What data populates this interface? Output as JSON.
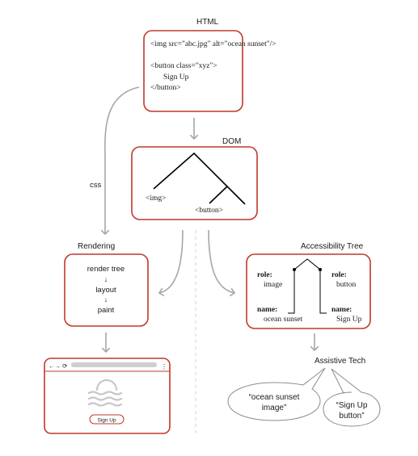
{
  "html_box": {
    "title": "HTML",
    "lines": [
      "<img src=\"abc.jpg\" alt=\"ocean sunset\"/>",
      "<button class=\"xyz\">",
      "Sign Up",
      "</button>"
    ]
  },
  "dom_box": {
    "title": "DOM",
    "img_node": "<img>",
    "button_node": "<button>"
  },
  "css_label": "css",
  "rendering": {
    "title": "Rendering",
    "steps": [
      "render tree",
      "layout",
      "paint"
    ],
    "step_arrow": "↓"
  },
  "accessibility": {
    "title": "Accessibility Tree",
    "left": {
      "role_key": "role:",
      "role_value": "image",
      "name_key": "name:",
      "name_value": "ocean sunset"
    },
    "right": {
      "role_key": "role:",
      "role_value": "button",
      "name_key": "name:",
      "name_value": "Sign Up"
    }
  },
  "browser": {
    "nav_glyphs": "←→ ⟳",
    "menu_glyph": "⋮",
    "button_label": "Sign Up"
  },
  "assistive_tech": {
    "title": "Assistive Tech",
    "bubble_left": [
      "“ocean sunset",
      "image”"
    ],
    "bubble_right": [
      "“Sign Up",
      "button”"
    ]
  },
  "colors": {
    "box_border": "#c0392b",
    "arrow": "#a6a6a6",
    "tree_line": "#000000"
  }
}
